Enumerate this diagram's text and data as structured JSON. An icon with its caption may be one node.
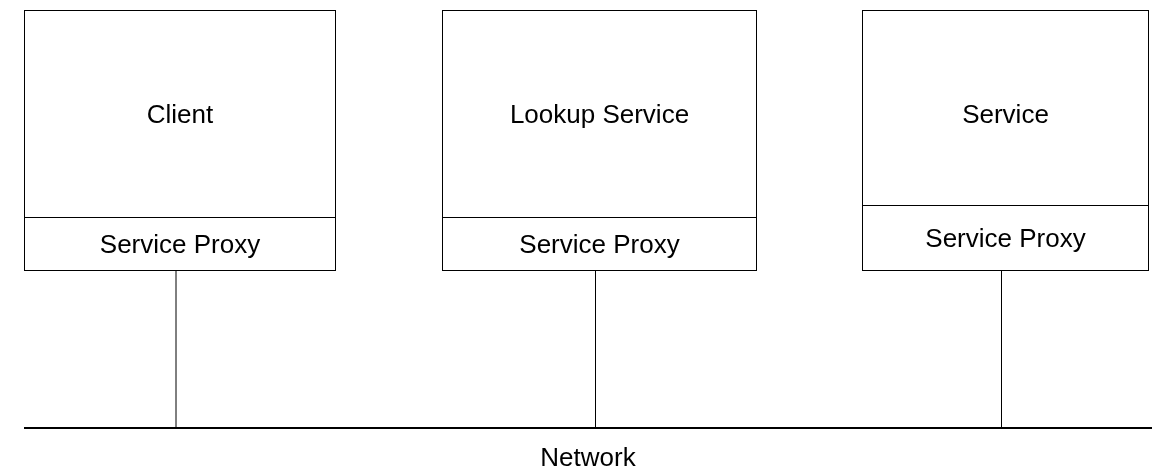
{
  "diagram": {
    "nodes": [
      {
        "text": [
          "Client"
        ]
      },
      {
        "text": [
          "Service Proxy"
        ],
        "in": 0
      },
      {
        "text": [
          "Lookup Service"
        ]
      },
      {
        "text": [
          "Service Proxy"
        ],
        "in": 2
      },
      {
        "text": [
          "Service"
        ]
      },
      {
        "text": [
          "Service Proxy"
        ],
        "in": 4
      },
      {
        "text": [
          "Network"
        ]
      }
    ],
    "edges": [
      {
        "from": 1,
        "to": 6,
        "arrow": "none"
      },
      {
        "from": 3,
        "to": 6,
        "arrow": "none"
      },
      {
        "from": 5,
        "to": 6,
        "arrow": "none"
      }
    ]
  }
}
